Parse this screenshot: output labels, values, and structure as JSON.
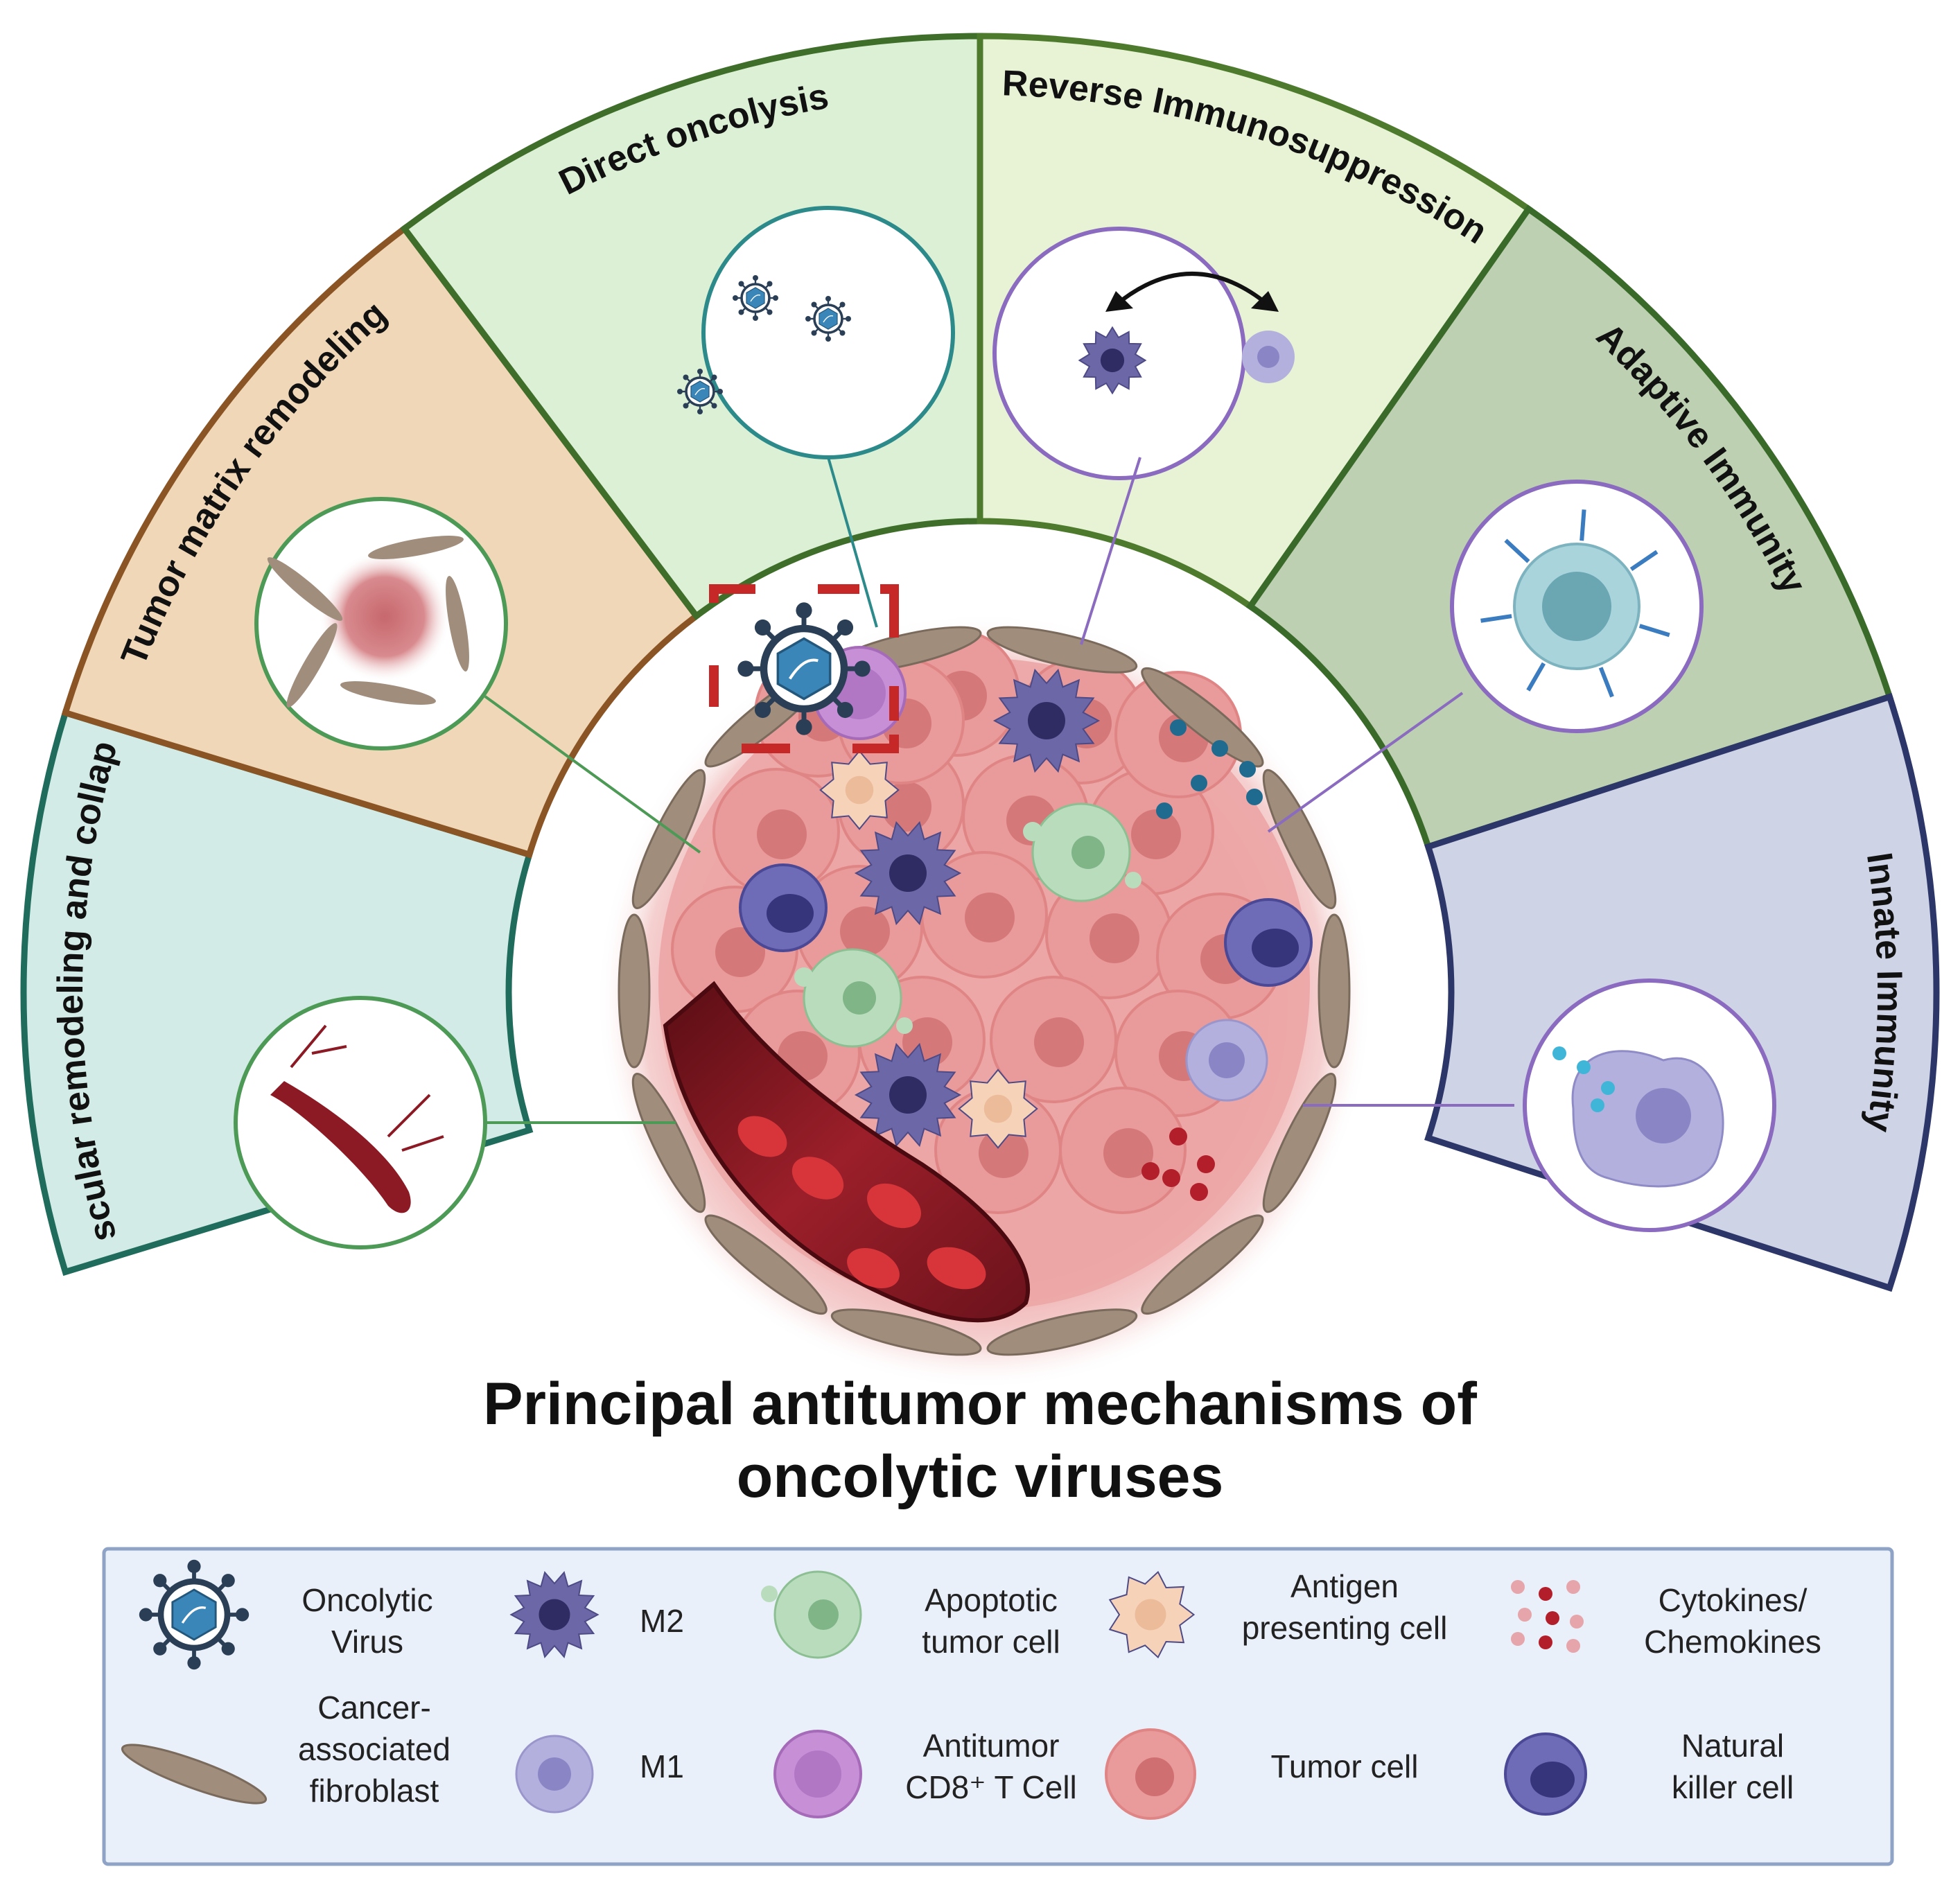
{
  "title": {
    "line1": "Principal antitumor mechanisms of",
    "line2": "oncolytic viruses"
  },
  "segments": [
    {
      "id": "vascular",
      "label": "Vascular remodeling and collapse",
      "fill": "#d3ebe6",
      "stroke": "#1f6b5c"
    },
    {
      "id": "matrix",
      "label": "Tumor matrix remodeling",
      "fill": "#efd7b8",
      "stroke": "#8a5424"
    },
    {
      "id": "oncolysis",
      "label": "Direct oncolysis",
      "fill": "#dcf0d6",
      "stroke": "#3e6e2a"
    },
    {
      "id": "immunosuppression",
      "label": "Reverse Immunosuppression",
      "fill": "#e8f3d6",
      "stroke": "#4d7a2c"
    },
    {
      "id": "adaptive",
      "label": "Adaptive Immunity",
      "fill": "#bdd0b2",
      "stroke": "#3a6a2a"
    },
    {
      "id": "innate",
      "label": "Innate Immunity",
      "fill": "#cfd3e6",
      "stroke": "#2c3668"
    }
  ],
  "legend": {
    "items": [
      {
        "id": "oncolytic-virus",
        "lines": [
          "Oncolytic",
          "Virus"
        ]
      },
      {
        "id": "m2",
        "lines": [
          "M2"
        ]
      },
      {
        "id": "apoptotic-tumor-cell",
        "lines": [
          "Apoptotic",
          "tumor cell"
        ]
      },
      {
        "id": "antigen-presenting-cell",
        "lines": [
          "Antigen",
          "presenting cell"
        ]
      },
      {
        "id": "cytokines",
        "lines": [
          "Cytokines/",
          "Chemokines"
        ]
      },
      {
        "id": "caf",
        "lines": [
          "Cancer-",
          "associated",
          "fibroblast"
        ]
      },
      {
        "id": "m1",
        "lines": [
          "M1"
        ]
      },
      {
        "id": "cd8-t-cell",
        "lines": [
          "Antitumor",
          "CD8⁺ T Cell"
        ]
      },
      {
        "id": "tumor-cell",
        "lines": [
          "Tumor cell"
        ]
      },
      {
        "id": "nk-cell",
        "lines": [
          "Natural",
          "killer  cell"
        ]
      }
    ]
  },
  "colors": {
    "tumor": "#e99a9a",
    "tumor_dark": "#cf6f72",
    "blood_vessel": "#8b1a24",
    "rbc": "#d8353a",
    "m2": "#6c68a8",
    "m1": "#b3b0de",
    "nk": "#6e6cb6",
    "cd8": "#c78fd6",
    "apc": "#f6d2b8",
    "apoptotic": "#b9dcbd",
    "fibroblast": "#a08d7c",
    "virus": "#2b5f86",
    "legend_bg": "#eaf0fa",
    "legend_border": "#8ea3c6"
  }
}
